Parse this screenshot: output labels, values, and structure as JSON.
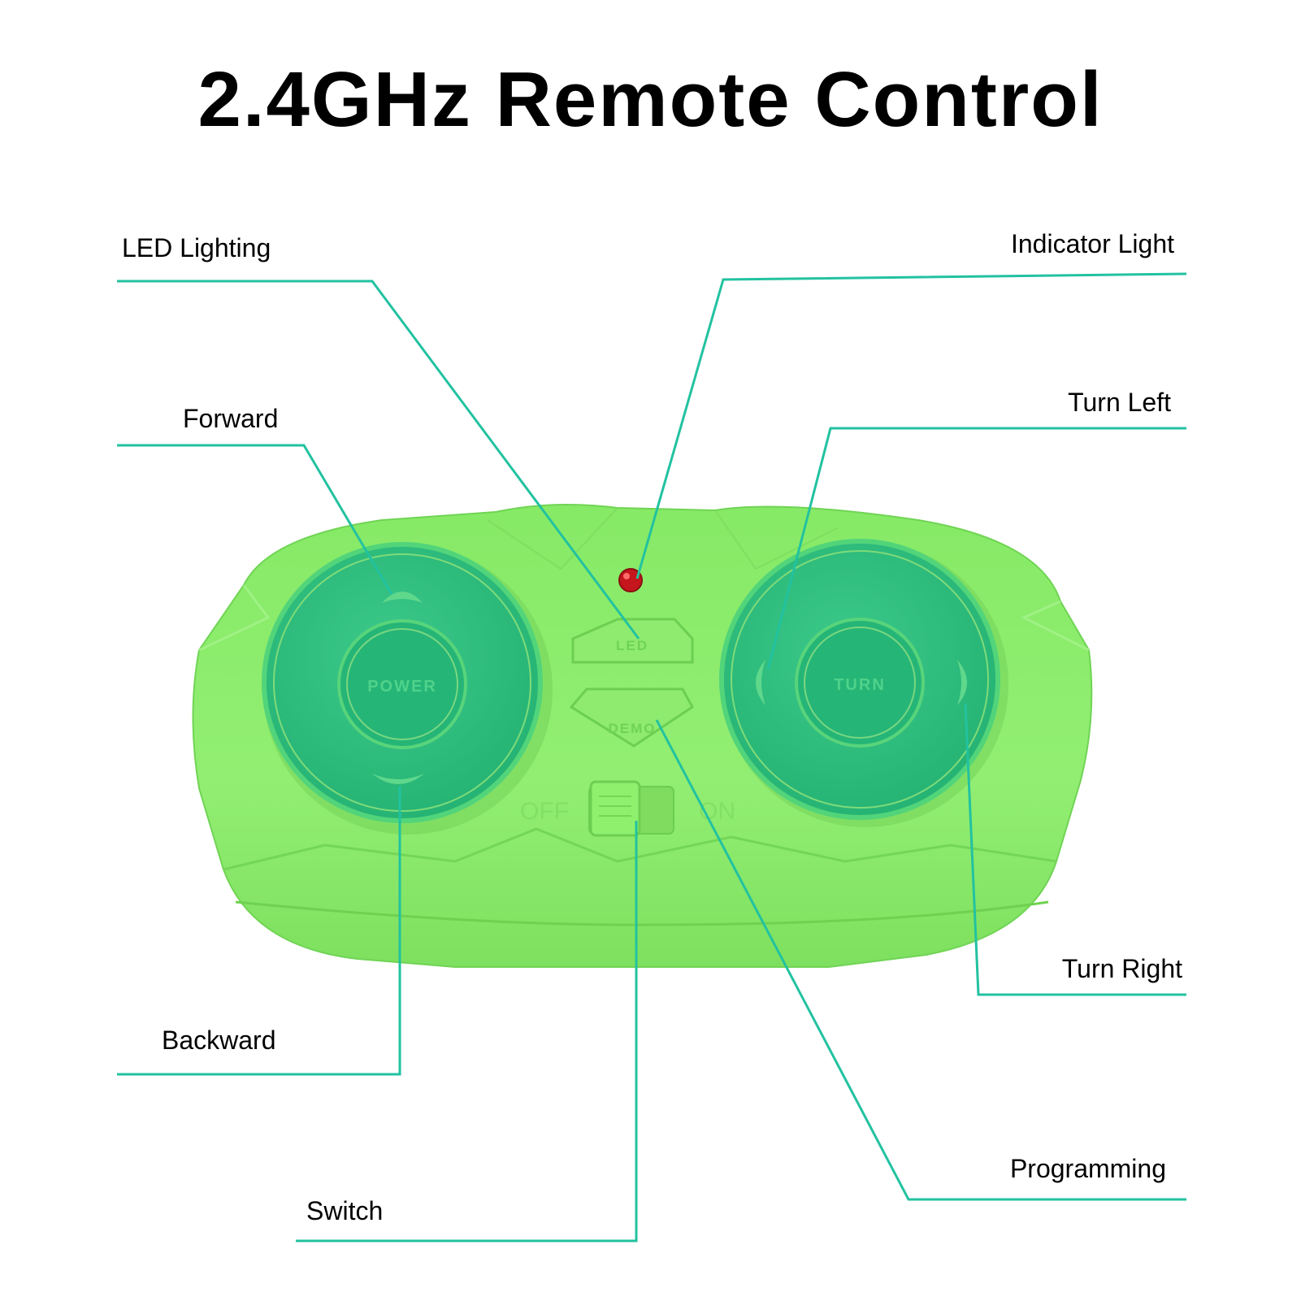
{
  "title": "2.4GHz Remote Control",
  "colors": {
    "callout_line": "#22c2a0",
    "body": "#8eec6e",
    "button_face": "#2fc27e",
    "indicator": "#c4161c"
  },
  "callouts": {
    "led_lighting": "LED Lighting",
    "indicator_light": "Indicator Light",
    "forward": "Forward",
    "turn_left": "Turn Left",
    "backward": "Backward",
    "turn_right": "Turn Right",
    "switch": "Switch",
    "programming": "Programming"
  },
  "device": {
    "power_label": "POWER",
    "turn_label": "TURN",
    "led_button_label": "LED",
    "demo_button_label": "DEMO",
    "switch_off_label": "OFF",
    "switch_on_label": "ON"
  }
}
